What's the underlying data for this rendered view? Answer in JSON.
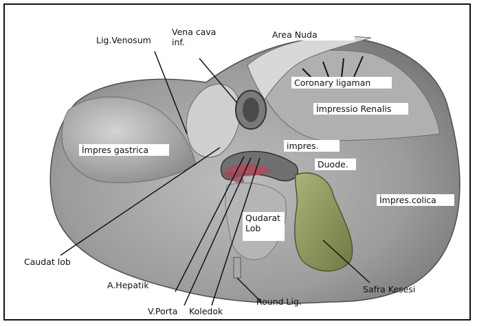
{
  "labels": {
    "lig_venosum": "Lig.Venosum",
    "vena_cava": "Vena cava\ninf.",
    "area_nuda": "Area Nuda",
    "coronary": "Coronary ligaman",
    "impressio_renalis": "İmpressio Renalis",
    "impres_gastrica": "İmpres gastrica",
    "impres_duode_1": "impres.",
    "impres_duode_2": "Duode.",
    "impres_colica": "İmpres.colica",
    "qudarat_lob": "Qudarat\nLob",
    "caudat_lob": "Caudat lob",
    "a_hepatik": "A.Hepatik",
    "v_porta": "V.Porta",
    "koledok": "Koledok",
    "round_lig": "Round Lig.",
    "safra_kesesi": "Safra Kesesi"
  },
  "colors": {
    "liver": "#9a9a9a",
    "liver_light": "#c4c4c4",
    "liver_dark": "#5e5e5e",
    "gallbladder": "#8f9a5c",
    "vessel_red": "#b04a5a",
    "border": "#111111"
  }
}
